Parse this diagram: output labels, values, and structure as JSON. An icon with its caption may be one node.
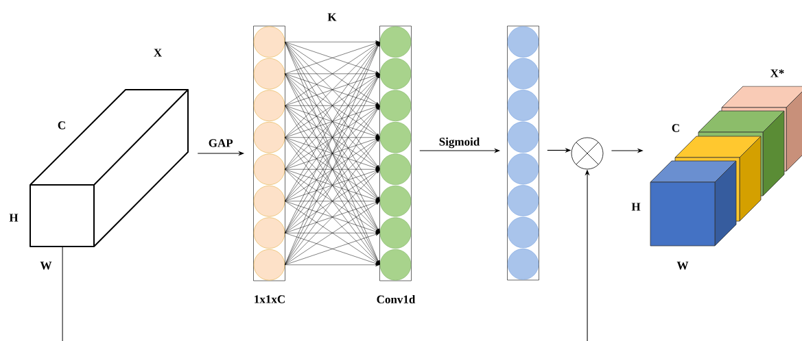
{
  "diagram": {
    "nodes": [
      {
        "text": [
          "X"
        ]
      },
      {
        "text": [],
        "shape": "bar",
        "beside": [
          "1x1xC"
        ]
      },
      {
        "text": [],
        "shape": "circle",
        "in": 1
      },
      {
        "text": [],
        "shape": "circle",
        "in": 1
      },
      {
        "text": [],
        "shape": "circle",
        "in": 1
      },
      {
        "text": [],
        "shape": "circle",
        "in": 1
      },
      {
        "text": [],
        "shape": "circle",
        "in": 1
      },
      {
        "text": [],
        "shape": "circle",
        "in": 1
      },
      {
        "text": [],
        "shape": "circle",
        "in": 1
      },
      {
        "text": [],
        "shape": "circle",
        "in": 1
      },
      {
        "text": [],
        "shape": "bar",
        "beside": [
          "Conv1d"
        ]
      },
      {
        "text": [],
        "shape": "circle",
        "in": 10
      },
      {
        "text": [],
        "shape": "circle",
        "in": 10
      },
      {
        "text": [],
        "shape": "circle",
        "in": 10
      },
      {
        "text": [],
        "shape": "circle",
        "in": 10
      },
      {
        "text": [],
        "shape": "circle",
        "in": 10
      },
      {
        "text": [],
        "shape": "circle",
        "in": 10
      },
      {
        "text": [],
        "shape": "circle",
        "in": 10
      },
      {
        "text": [],
        "shape": "circle",
        "in": 10
      },
      {
        "text": [],
        "shape": "bar"
      },
      {
        "text": [],
        "shape": "circle",
        "in": 19
      },
      {
        "text": [],
        "shape": "circle",
        "in": 19
      },
      {
        "text": [],
        "shape": "circle",
        "in": 19
      },
      {
        "text": [],
        "shape": "circle",
        "in": 19
      },
      {
        "text": [],
        "shape": "circle",
        "in": 19
      },
      {
        "text": [],
        "shape": "circle",
        "in": 19
      },
      {
        "text": [],
        "shape": "circle",
        "in": 19
      },
      {
        "text": [],
        "shape": "circle",
        "in": 19
      },
      {
        "text": [],
        "shape": "circle"
      },
      {
        "text": [
          "X*"
        ]
      }
    ],
    "edges": [
      {
        "from": 0,
        "to": 1,
        "arrow": "to",
        "label": "GAP"
      },
      {
        "from": 2,
        "to": 11,
        "arrow": "to"
      },
      {
        "from": 2,
        "to": 12,
        "arrow": "to"
      },
      {
        "from": 2,
        "to": 13,
        "arrow": "to"
      },
      {
        "from": 2,
        "to": 14,
        "arrow": "to"
      },
      {
        "from": 2,
        "to": 15,
        "arrow": "to"
      },
      {
        "from": 2,
        "to": 16,
        "arrow": "to"
      },
      {
        "from": 2,
        "to": 17,
        "arrow": "to"
      },
      {
        "from": 2,
        "to": 18,
        "arrow": "to"
      },
      {
        "from": 3,
        "to": 11,
        "arrow": "to"
      },
      {
        "from": 3,
        "to": 12,
        "arrow": "to"
      },
      {
        "from": 3,
        "to": 13,
        "arrow": "to"
      },
      {
        "from": 3,
        "to": 14,
        "arrow": "to"
      },
      {
        "from": 3,
        "to": 15,
        "arrow": "to"
      },
      {
        "from": 3,
        "to": 16,
        "arrow": "to"
      },
      {
        "from": 3,
        "to": 17,
        "arrow": "to"
      },
      {
        "from": 3,
        "to": 18,
        "arrow": "to"
      },
      {
        "from": 4,
        "to": 11,
        "arrow": "to"
      },
      {
        "from": 4,
        "to": 12,
        "arrow": "to"
      },
      {
        "from": 4,
        "to": 13,
        "arrow": "to"
      },
      {
        "from": 4,
        "to": 14,
        "arrow": "to"
      },
      {
        "from": 4,
        "to": 15,
        "arrow": "to"
      },
      {
        "from": 4,
        "to": 16,
        "arrow": "to"
      },
      {
        "from": 4,
        "to": 17,
        "arrow": "to"
      },
      {
        "from": 4,
        "to": 18,
        "arrow": "to"
      },
      {
        "from": 5,
        "to": 11,
        "arrow": "to"
      },
      {
        "from": 5,
        "to": 12,
        "arrow": "to"
      },
      {
        "from": 5,
        "to": 13,
        "arrow": "to"
      },
      {
        "from": 5,
        "to": 14,
        "arrow": "to"
      },
      {
        "from": 5,
        "to": 15,
        "arrow": "to"
      },
      {
        "from": 5,
        "to": 16,
        "arrow": "to"
      },
      {
        "from": 5,
        "to": 17,
        "arrow": "to"
      },
      {
        "from": 5,
        "to": 18,
        "arrow": "to"
      },
      {
        "from": 6,
        "to": 11,
        "arrow": "to"
      },
      {
        "from": 6,
        "to": 12,
        "arrow": "to"
      },
      {
        "from": 6,
        "to": 13,
        "arrow": "to"
      },
      {
        "from": 6,
        "to": 14,
        "arrow": "to"
      },
      {
        "from": 6,
        "to": 15,
        "arrow": "to"
      },
      {
        "from": 6,
        "to": 16,
        "arrow": "to"
      },
      {
        "from": 6,
        "to": 17,
        "arrow": "to"
      },
      {
        "from": 6,
        "to": 18,
        "arrow": "to"
      },
      {
        "from": 7,
        "to": 11,
        "arrow": "to"
      },
      {
        "from": 7,
        "to": 12,
        "arrow": "to"
      },
      {
        "from": 7,
        "to": 13,
        "arrow": "to"
      },
      {
        "from": 7,
        "to": 14,
        "arrow": "to"
      },
      {
        "from": 7,
        "to": 15,
        "arrow": "to"
      },
      {
        "from": 7,
        "to": 16,
        "arrow": "to"
      },
      {
        "from": 7,
        "to": 17,
        "arrow": "to"
      },
      {
        "from": 7,
        "to": 18,
        "arrow": "to"
      },
      {
        "from": 8,
        "to": 11,
        "arrow": "to"
      },
      {
        "from": 8,
        "to": 12,
        "arrow": "to"
      },
      {
        "from": 8,
        "to": 13,
        "arrow": "to"
      },
      {
        "from": 8,
        "to": 14,
        "arrow": "to"
      },
      {
        "from": 8,
        "to": 15,
        "arrow": "to"
      },
      {
        "from": 8,
        "to": 16,
        "arrow": "to"
      },
      {
        "from": 8,
        "to": 17,
        "arrow": "to"
      },
      {
        "from": 8,
        "to": 18,
        "arrow": "to"
      },
      {
        "from": 9,
        "to": 11,
        "arrow": "to"
      },
      {
        "from": 9,
        "to": 12,
        "arrow": "to"
      },
      {
        "from": 9,
        "to": 13,
        "arrow": "to"
      },
      {
        "from": 9,
        "to": 14,
        "arrow": "to"
      },
      {
        "from": 9,
        "to": 15,
        "arrow": "to"
      },
      {
        "from": 9,
        "to": 16,
        "arrow": "to"
      },
      {
        "from": 9,
        "to": 17,
        "arrow": "to"
      },
      {
        "from": 9,
        "to": 18,
        "arrow": "to"
      },
      {
        "from": 10,
        "to": 19,
        "arrow": "to",
        "label": "Sigmoid"
      },
      {
        "from": 19,
        "to": 28,
        "arrow": "to"
      },
      {
        "from": 28,
        "to": 29,
        "arrow": "to"
      },
      {
        "from": 0,
        "to": null,
        "arrow": "none"
      },
      {
        "from": null,
        "to": 28,
        "arrow": "to"
      }
    ],
    "labels": [
      "K",
      "C",
      "H",
      "W",
      "C",
      "H",
      "W"
    ]
  }
}
